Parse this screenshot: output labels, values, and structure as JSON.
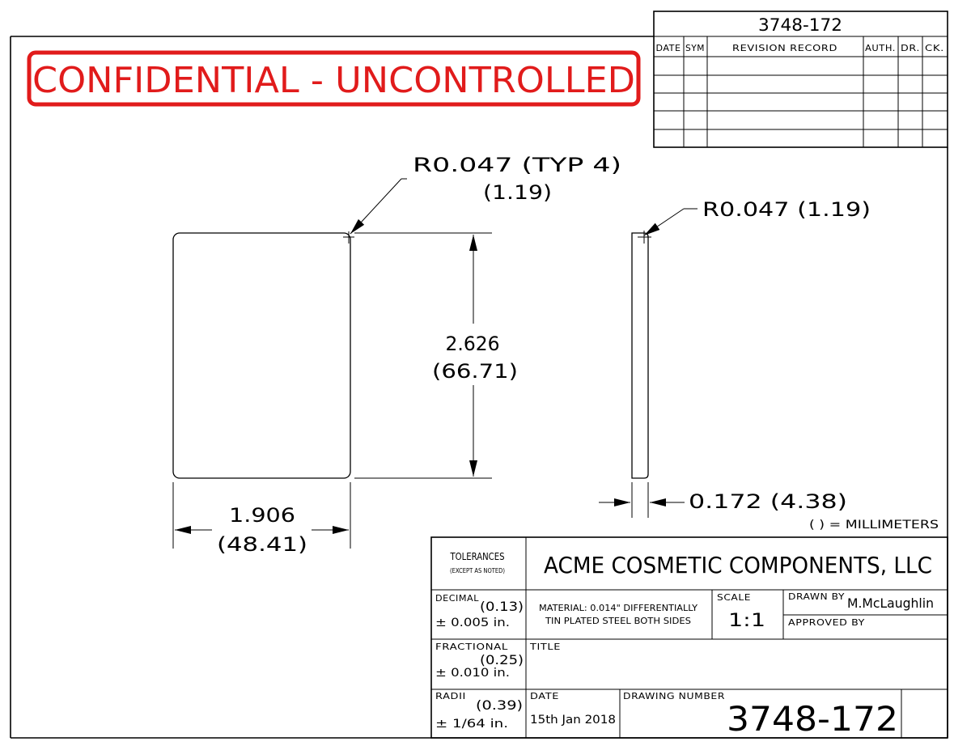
{
  "drawing_number_top": "3748-172",
  "revision_header": {
    "date": "DATE",
    "sym": "SYM",
    "record": "REVISION RECORD",
    "auth": "AUTH.",
    "dr": "DR.",
    "ck": "CK."
  },
  "confidential": "CONFIDENTIAL - UNCONTROLLED",
  "colors": {
    "stamp": "#e11b1b",
    "line": "#000000"
  },
  "dimensions": {
    "radius_typ_1": "R0.047 (TYP 4)",
    "radius_typ_2": "(1.19)",
    "radius_side": "R0.047 (1.19)",
    "height_in": "2.626",
    "height_mm": "(66.71)",
    "width_in": "1.906",
    "width_mm": "(48.41)",
    "thickness": "0.172 (4.38)",
    "units_note": "( ) = MILLIMETERS"
  },
  "title_block": {
    "tolerances": "TOLERANCES",
    "except": "(EXCEPT AS NOTED)",
    "company": "ACME COSMETIC COMPONENTS, LLC",
    "decimal_label": "DECIMAL",
    "decimal_mm": "(0.13)",
    "decimal_tol": "± 0.005 in.",
    "material_1": "MATERIAL: 0.014\" DIFFERENTIALLY",
    "material_2": "TIN PLATED STEEL BOTH SIDES",
    "scale_label": "SCALE",
    "scale_value": "1:1",
    "drawn_by_label": "DRAWN BY",
    "drawn_by": "M.McLaughlin",
    "approved_by_label": "APPROVED BY",
    "fractional_label": "FRACTIONAL",
    "fractional_mm": "(0.25)",
    "fractional_tol": "± 0.010 in.",
    "title_label": "TITLE",
    "radii_label": "RADII",
    "radii_mm": "(0.39)",
    "radii_tol": "± 1/64 in.",
    "date_label": "DATE",
    "date_value": "15th Jan 2018",
    "drawing_number_label": "DRAWING NUMBER",
    "drawing_number": "3748-172"
  }
}
